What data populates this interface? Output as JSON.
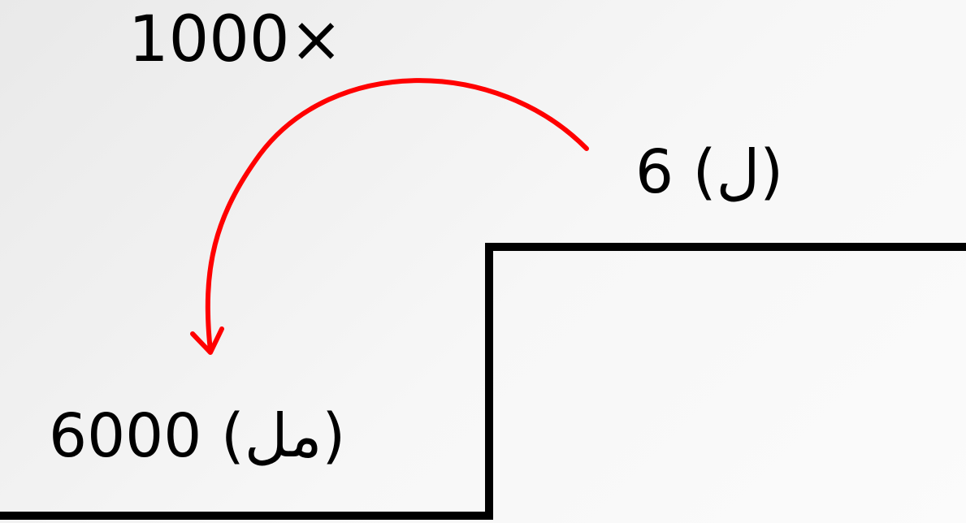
{
  "diagram": {
    "multiplier_label": "1000×",
    "source_value": "6 (ل)",
    "result_value": "6000 (مل)",
    "colors": {
      "arrow": "#ff0000",
      "lines": "#000000",
      "text": "#000000"
    }
  }
}
